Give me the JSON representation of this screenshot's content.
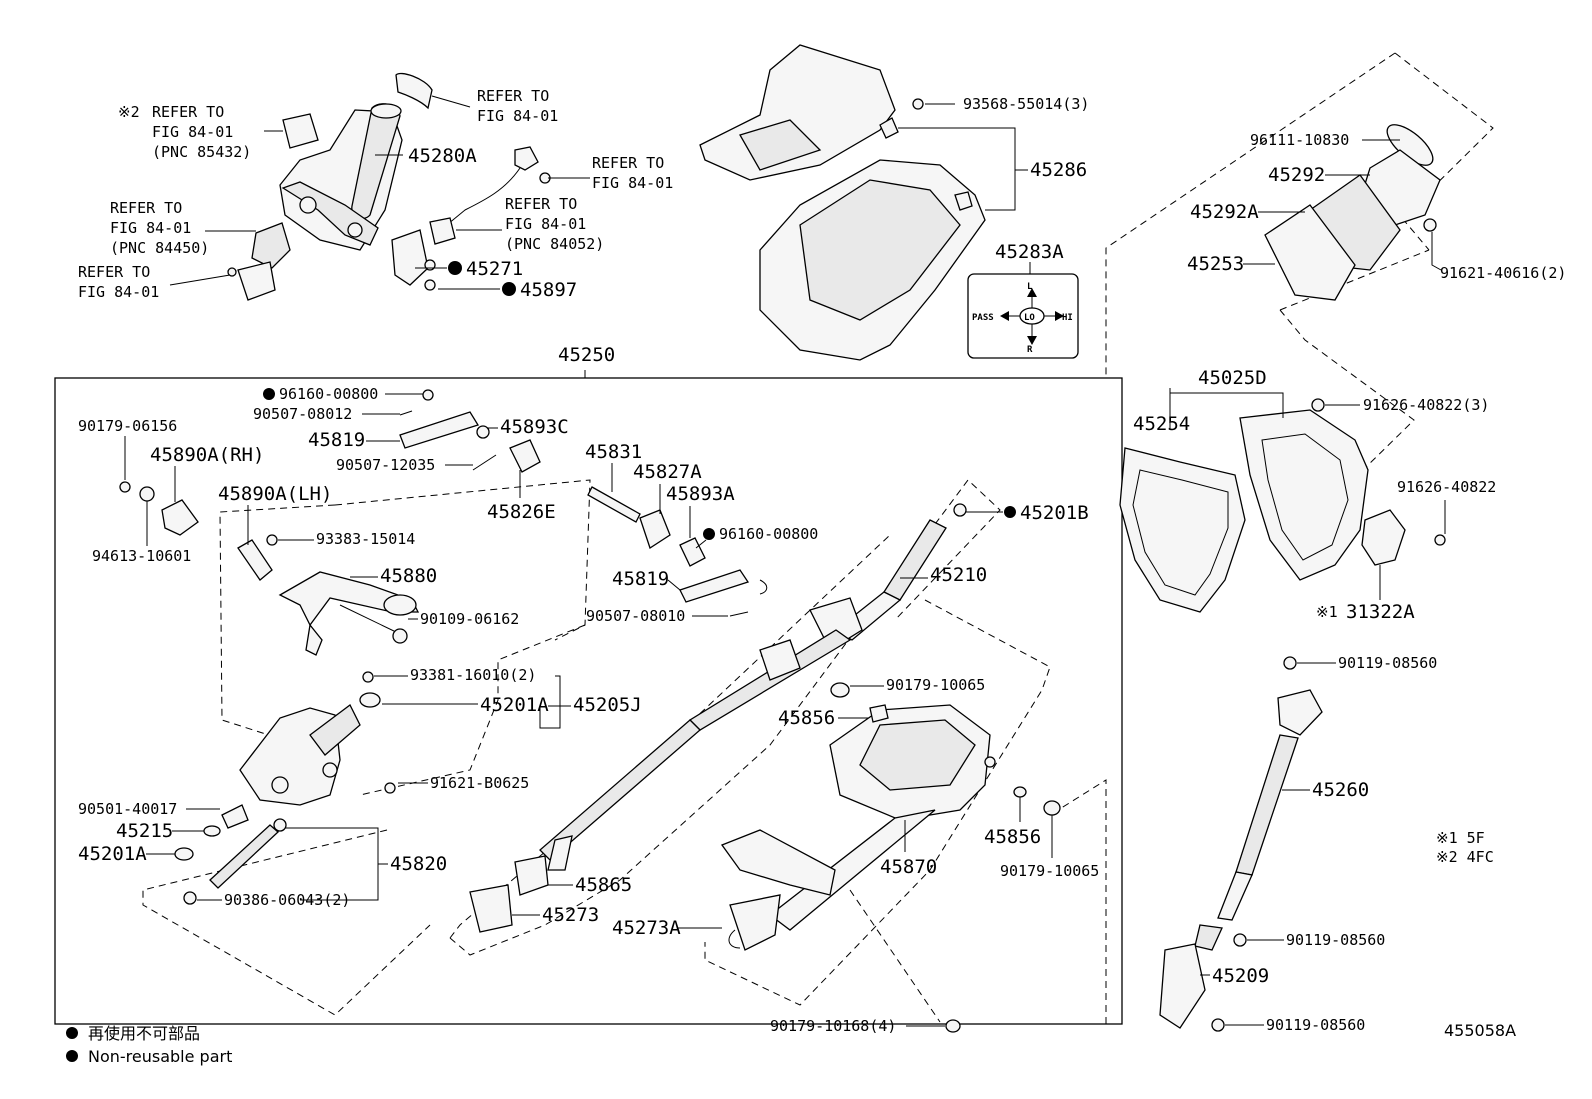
{
  "labels": {
    "refer_a_mark": "※2",
    "refer_a_1": "REFER TO",
    "refer_a_2": "FIG 84-01",
    "refer_a_3": "(PNC 85432)",
    "refer_b_1": "REFER TO",
    "refer_b_2": "FIG 84-01",
    "refer_c_1": "REFER TO",
    "refer_c_2": "FIG 84-01",
    "refer_d_1": "REFER TO",
    "refer_d_2": "FIG 84-01",
    "refer_d_3": "(PNC 84052)",
    "refer_e_1": "REFER TO",
    "refer_e_2": "FIG 84-01",
    "refer_e_3": "(PNC 84450)",
    "refer_f_1": "REFER TO",
    "refer_f_2": "FIG 84-01",
    "p45280A": "45280A",
    "p45271": "45271",
    "p45897": "45897",
    "p93568": "93568-55014(3)",
    "p45286": "45286",
    "p45283A": "45283A",
    "p45250": "45250",
    "p96160a": "96160-00800",
    "p90507_08012": "90507-08012",
    "p45819a": "45819",
    "p45893C": "45893C",
    "p90507_12035": "90507-12035",
    "p45826E": "45826E",
    "p90179_06156": "90179-06156",
    "p45890A_RH": "45890A(RH)",
    "p45890A_LH": "45890A(LH)",
    "p93383": "93383-15014",
    "p94613": "94613-10601",
    "p45880": "45880",
    "p90109": "90109-06162",
    "p45831": "45831",
    "p45827A": "45827A",
    "p45893A": "45893A",
    "p96160b": "96160-00800",
    "p45819b": "45819",
    "p90507_08010": "90507-08010",
    "p45201B": "45201B",
    "p45210": "45210",
    "p93381": "93381-16010(2)",
    "p45201A_a": "45201A",
    "p45205J": "45205J",
    "p91621_B0625": "91621-B0625",
    "p90501": "90501-40017",
    "p45215": "45215",
    "p45201A_b": "45201A",
    "p45820": "45820",
    "p90386": "90386-06043(2)",
    "p90179_10065a": "90179-10065",
    "p45856a": "45856",
    "p45856b": "45856",
    "p45870": "45870",
    "p90179_10065b": "90179-10065",
    "p45865": "45865",
    "p45273": "45273",
    "p45273A": "45273A",
    "p90179_10168": "90179-10168(4)",
    "p96111": "96111-10830",
    "p45292": "45292",
    "p45292A": "45292A",
    "p45253": "45253",
    "p91621_40616": "91621-40616(2)",
    "p45025D": "45025D",
    "p45254": "45254",
    "p91626_40822_3": "91626-40822(3)",
    "p91626_40822": "91626-40822",
    "p31322A_mark": "※1",
    "p31322A": "31322A",
    "p90119_a": "90119-08560",
    "p45260": "45260",
    "p90119_b": "90119-08560",
    "p45209": "45209",
    "p90119_c": "90119-08560"
  },
  "switch_panel": {
    "l": "L",
    "r": "R",
    "pass": "PASS",
    "lo": "LO",
    "hi": "HI"
  },
  "notes": {
    "n1": "※1 5F",
    "n2": "※2 4FC"
  },
  "legend": {
    "jp": "再使用不可部品",
    "en": "Non-reusable part"
  },
  "diagram_id": "455058A"
}
